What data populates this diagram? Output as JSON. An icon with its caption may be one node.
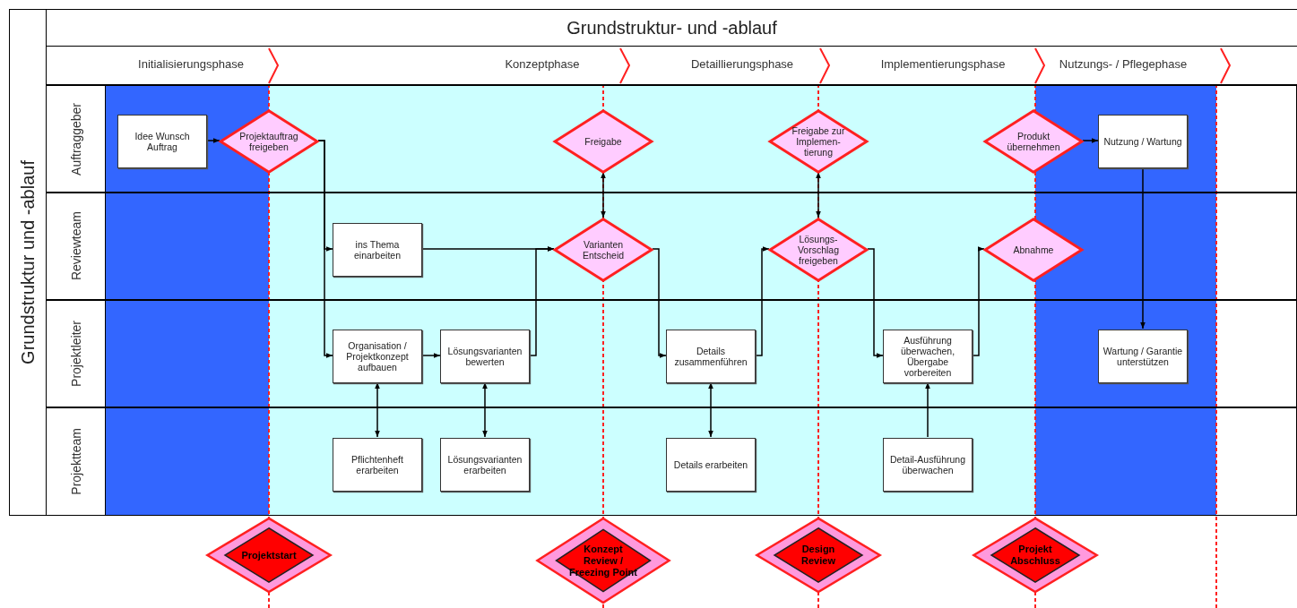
{
  "diagram": {
    "title": "Grundstruktur- und -ablauf",
    "nodes": [
      {
        "text": [
          "Auftraggeber"
        ]
      },
      {
        "text": [
          "Idee Wunsch Auftrag"
        ],
        "in": 0
      },
      {
        "text": [
          "Projektauftrag freigeben"
        ],
        "in": 0
      },
      {
        "text": [
          "Freigabe"
        ],
        "in": 0
      },
      {
        "text": [
          "Freigabe zur Implemen- tierung"
        ],
        "in": 0
      },
      {
        "text": [
          "Produkt übernehmen"
        ],
        "in": 0
      },
      {
        "text": [
          "Nutzung / Wartung"
        ],
        "in": 0
      },
      {
        "text": [
          "Reviewteam"
        ]
      },
      {
        "text": [
          "ins Thema einarbeiten"
        ],
        "in": 7
      },
      {
        "text": [
          "Varianten Entscheid"
        ],
        "in": 7
      },
      {
        "text": [
          "Lösungs- Vorschlag freigeben"
        ],
        "in": 7
      },
      {
        "text": [
          "Abnahme"
        ],
        "in": 7
      },
      {
        "text": [
          "Projektleiter"
        ]
      },
      {
        "text": [
          "Organisation / Projektkonzept aufbauen"
        ],
        "in": 12
      },
      {
        "text": [
          "Lösungsvarianten bewerten"
        ],
        "in": 12
      },
      {
        "text": [
          "Details zusammenführen"
        ],
        "in": 12
      },
      {
        "text": [
          "Ausführung überwachen, Übergabe vorbereiten"
        ],
        "in": 12
      },
      {
        "text": [
          "Wartung / Garantie unterstützen"
        ],
        "in": 12
      },
      {
        "text": [
          "Projektteam"
        ]
      },
      {
        "text": [
          "Pflichtenheft erarbeiten"
        ],
        "in": 18
      },
      {
        "text": [
          "Lösungsvarianten erarbeiten"
        ],
        "in": 18
      },
      {
        "text": [
          "Details erarbeiten"
        ],
        "in": 18
      },
      {
        "text": [
          "Detail-Ausführung überwachen"
        ],
        "in": 18
      },
      {
        "text": [
          "Projektstart"
        ]
      },
      {
        "text": [
          "Konzept Review / Freezing Point"
        ]
      },
      {
        "text": [
          "Design Review"
        ]
      },
      {
        "text": [
          "Projekt Abschluss"
        ]
      }
    ],
    "edges": [
      {
        "from": 1,
        "to": 2,
        "arrow": "to"
      },
      {
        "from": 2,
        "to": 8,
        "arrow": "to"
      },
      {
        "from": 2,
        "to": 13,
        "arrow": "to"
      },
      {
        "from": 13,
        "to": 14,
        "arrow": "to"
      },
      {
        "from": 13,
        "to": 19,
        "arrow": "both"
      },
      {
        "from": 14,
        "to": 20,
        "arrow": "both"
      },
      {
        "from": 8,
        "to": 9,
        "arrow": "to"
      },
      {
        "from": 14,
        "to": 9,
        "arrow": "to"
      },
      {
        "from": 3,
        "to": 9,
        "arrow": "both"
      },
      {
        "from": 9,
        "to": 15,
        "arrow": "to"
      },
      {
        "from": 15,
        "to": 21,
        "arrow": "both"
      },
      {
        "from": 15,
        "to": 10,
        "arrow": "to"
      },
      {
        "from": 4,
        "to": 10,
        "arrow": "both"
      },
      {
        "from": 10,
        "to": 16,
        "arrow": "to"
      },
      {
        "from": 22,
        "to": 16,
        "arrow": "to"
      },
      {
        "from": 16,
        "to": 11,
        "arrow": "to"
      },
      {
        "from": 5,
        "to": 6,
        "arrow": "to"
      },
      {
        "from": 6,
        "to": 17,
        "arrow": "to"
      }
    ],
    "labels": [
      "Grundstruktur und -ablauf",
      "Initialisierungsphase",
      "Konzeptphase",
      "Detaillierungsphase",
      "Implementierungsphase",
      "Nutzungs- / Pflegephase"
    ]
  }
}
